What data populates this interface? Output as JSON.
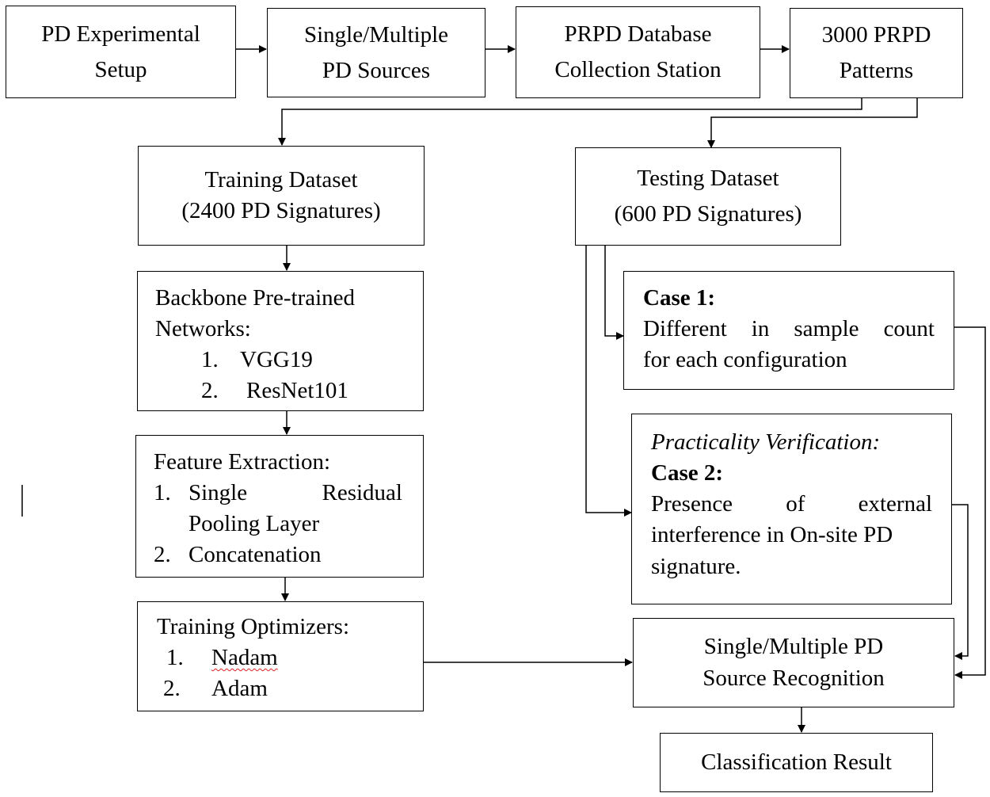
{
  "nodes": {
    "setup": [
      "PD Experimental",
      "Setup"
    ],
    "sources": [
      "Single/Multiple",
      "PD Sources"
    ],
    "station": [
      "PRPD Database",
      "Collection Station"
    ],
    "patterns": [
      "3000 PRPD",
      "Patterns"
    ],
    "training": [
      "Training Dataset",
      "(2400 PD Signatures)"
    ],
    "testing": [
      "Testing Dataset",
      "(600 PD Signatures)"
    ],
    "backbone": {
      "title_line1": "Backbone Pre-trained",
      "title_line2": "Networks:",
      "items": [
        {
          "num": "1.",
          "text": "VGG19"
        },
        {
          "num": "2.",
          "text": "ResNet101"
        }
      ]
    },
    "features": {
      "title": "Feature Extraction:",
      "item1_num": "1.",
      "item1_word1": "Single",
      "item1_word2": "Residual",
      "item1_line2": "Pooling Layer",
      "item2_num": "2.",
      "item2_text": "Concatenation"
    },
    "optimizers": {
      "title": "Training Optimizers:",
      "items": [
        {
          "num": "1.",
          "text": "Nadam"
        },
        {
          "num": "2.",
          "text": "Adam"
        }
      ]
    },
    "case1": {
      "heading": "Case 1:",
      "line1_words": [
        "Different",
        "in",
        "sample",
        "count"
      ],
      "line2": "for each configuration"
    },
    "case2": {
      "lead": "Practicality Verification:",
      "heading": "Case 2:",
      "line1_words": [
        "Presence",
        "of",
        "external"
      ],
      "line2": "interference in On-site PD",
      "line3": "signature."
    },
    "recognition": [
      "Single/Multiple PD",
      "Source Recognition"
    ],
    "result": "Classification Result"
  }
}
